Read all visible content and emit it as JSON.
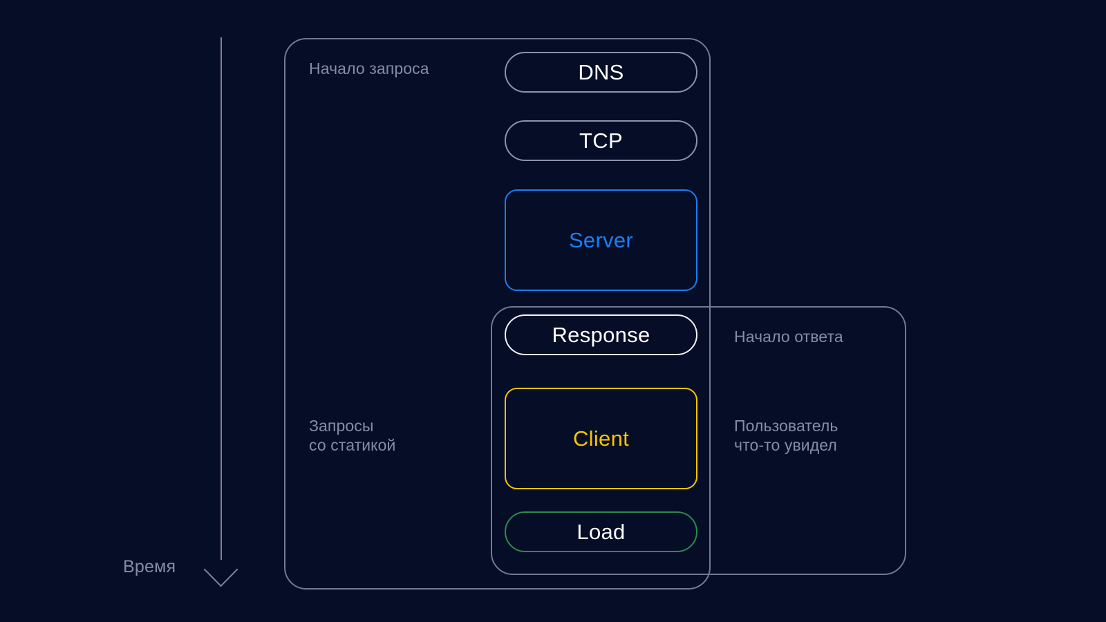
{
  "diagram": {
    "background_color": "#060d26",
    "time_axis": {
      "label": "Время",
      "arrow_icon": "arrow-down-icon",
      "direction": "down"
    },
    "groups": [
      {
        "id": "request-group",
        "border_color": "#737a95",
        "annotations": [
          {
            "id": "request-start",
            "text": "Начало запроса"
          },
          {
            "id": "static-requests",
            "text": "Запросы\nсо статикой"
          }
        ]
      },
      {
        "id": "response-group",
        "border_color": "#737a95",
        "annotations": [
          {
            "id": "response-start",
            "text": "Начало ответа"
          },
          {
            "id": "user-saw",
            "text": "Пользователь\nчто-то увидел"
          }
        ]
      }
    ],
    "stages": [
      {
        "id": "dns",
        "label": "DNS",
        "shape": "pill",
        "border_color": "#8d93ab",
        "text_color": "#ffffff"
      },
      {
        "id": "tcp",
        "label": "TCP",
        "shape": "pill",
        "border_color": "#8d93ab",
        "text_color": "#ffffff"
      },
      {
        "id": "server",
        "label": "Server",
        "shape": "rect",
        "border_color": "#1a7ff5",
        "text_color": "#1a7ff5"
      },
      {
        "id": "response",
        "label": "Response",
        "shape": "pill",
        "border_color": "#f2f4fa",
        "text_color": "#ffffff"
      },
      {
        "id": "client",
        "label": "Client",
        "shape": "rect",
        "border_color": "#fbc500",
        "text_color": "#fbc500"
      },
      {
        "id": "load",
        "label": "Load",
        "shape": "pill",
        "border_color": "#2f8a4e",
        "text_color": "#ffffff"
      }
    ]
  }
}
